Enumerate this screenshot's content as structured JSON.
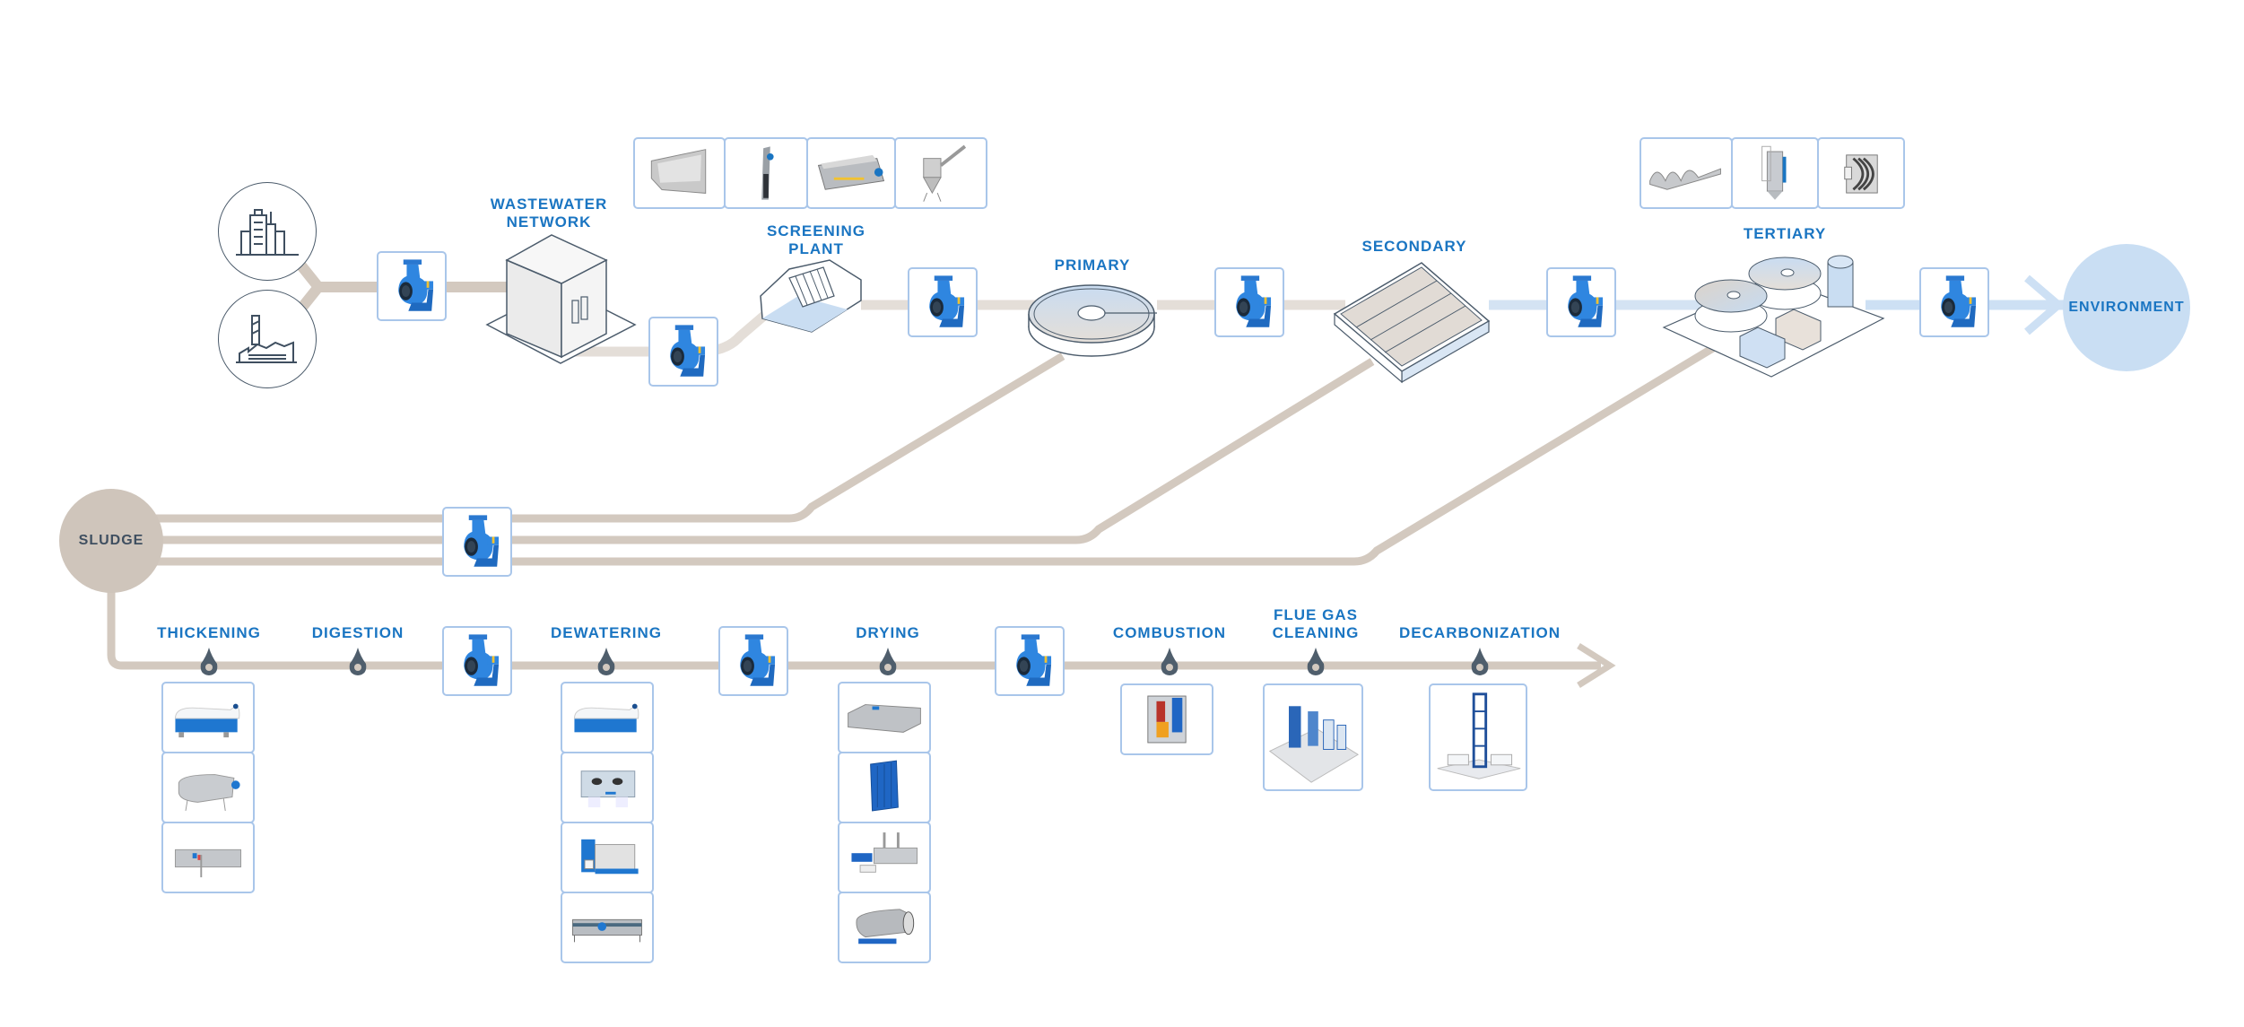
{
  "colors": {
    "label_blue": "#1a75c2",
    "sludge_pipe": "#d3c9bf",
    "clean_pipe": "#d4e3f3",
    "card_border": "#a9c6ea",
    "outline": "#4b5b6b",
    "environment_fill": "#c9def3",
    "sludge_fill": "#cfc5bb",
    "drop_marker": "#4f5e6c"
  },
  "sources": [
    {
      "name": "city",
      "icon": "city-buildings-icon"
    },
    {
      "name": "industry",
      "icon": "factory-icon"
    }
  ],
  "water_line": {
    "stages": [
      {
        "id": "wastewater-network",
        "label": "WASTEWATER\nNETWORK"
      },
      {
        "id": "screening-plant",
        "label": "SCREENING\nPLANT"
      },
      {
        "id": "primary",
        "label": "PRIMARY"
      },
      {
        "id": "secondary",
        "label": "SECONDARY"
      },
      {
        "id": "tertiary",
        "label": "TERTIARY"
      }
    ],
    "screening_products": [
      "step-screen",
      "rake-screen",
      "drum-screen",
      "screenings-press"
    ],
    "tertiary_products": [
      "disc-filter-lamellas",
      "sand-filter-column",
      "disc-filter-unit"
    ],
    "destination": "ENVIRONMENT"
  },
  "sludge_line": {
    "source_label": "SLUDGE",
    "stages": [
      {
        "id": "thickening",
        "label": "THICKENING",
        "products": [
          "decanter-centrifuge",
          "drum-thickener",
          "belt-thickener"
        ]
      },
      {
        "id": "digestion",
        "label": "DIGESTION",
        "products": []
      },
      {
        "id": "dewatering",
        "label": "DEWATERING",
        "products": [
          "decanter-centrifuge",
          "screw-press",
          "filter-press",
          "belt-filter-press"
        ]
      },
      {
        "id": "drying",
        "label": "DRYING",
        "products": [
          "belt-dryer",
          "disc-dryer",
          "paddle-dryer",
          "drum-dryer"
        ]
      },
      {
        "id": "combustion",
        "label": "COMBUSTION",
        "products": [
          "fluidized-bed-boiler"
        ]
      },
      {
        "id": "flue-gas-cleaning",
        "label": "FLUE GAS\nCLEANING",
        "products": [
          "flue-gas-treatment-plant"
        ]
      },
      {
        "id": "decarbonization",
        "label": "DECARBONIZATION",
        "products": [
          "carbon-capture-tower"
        ]
      }
    ]
  },
  "pump_count": 10
}
